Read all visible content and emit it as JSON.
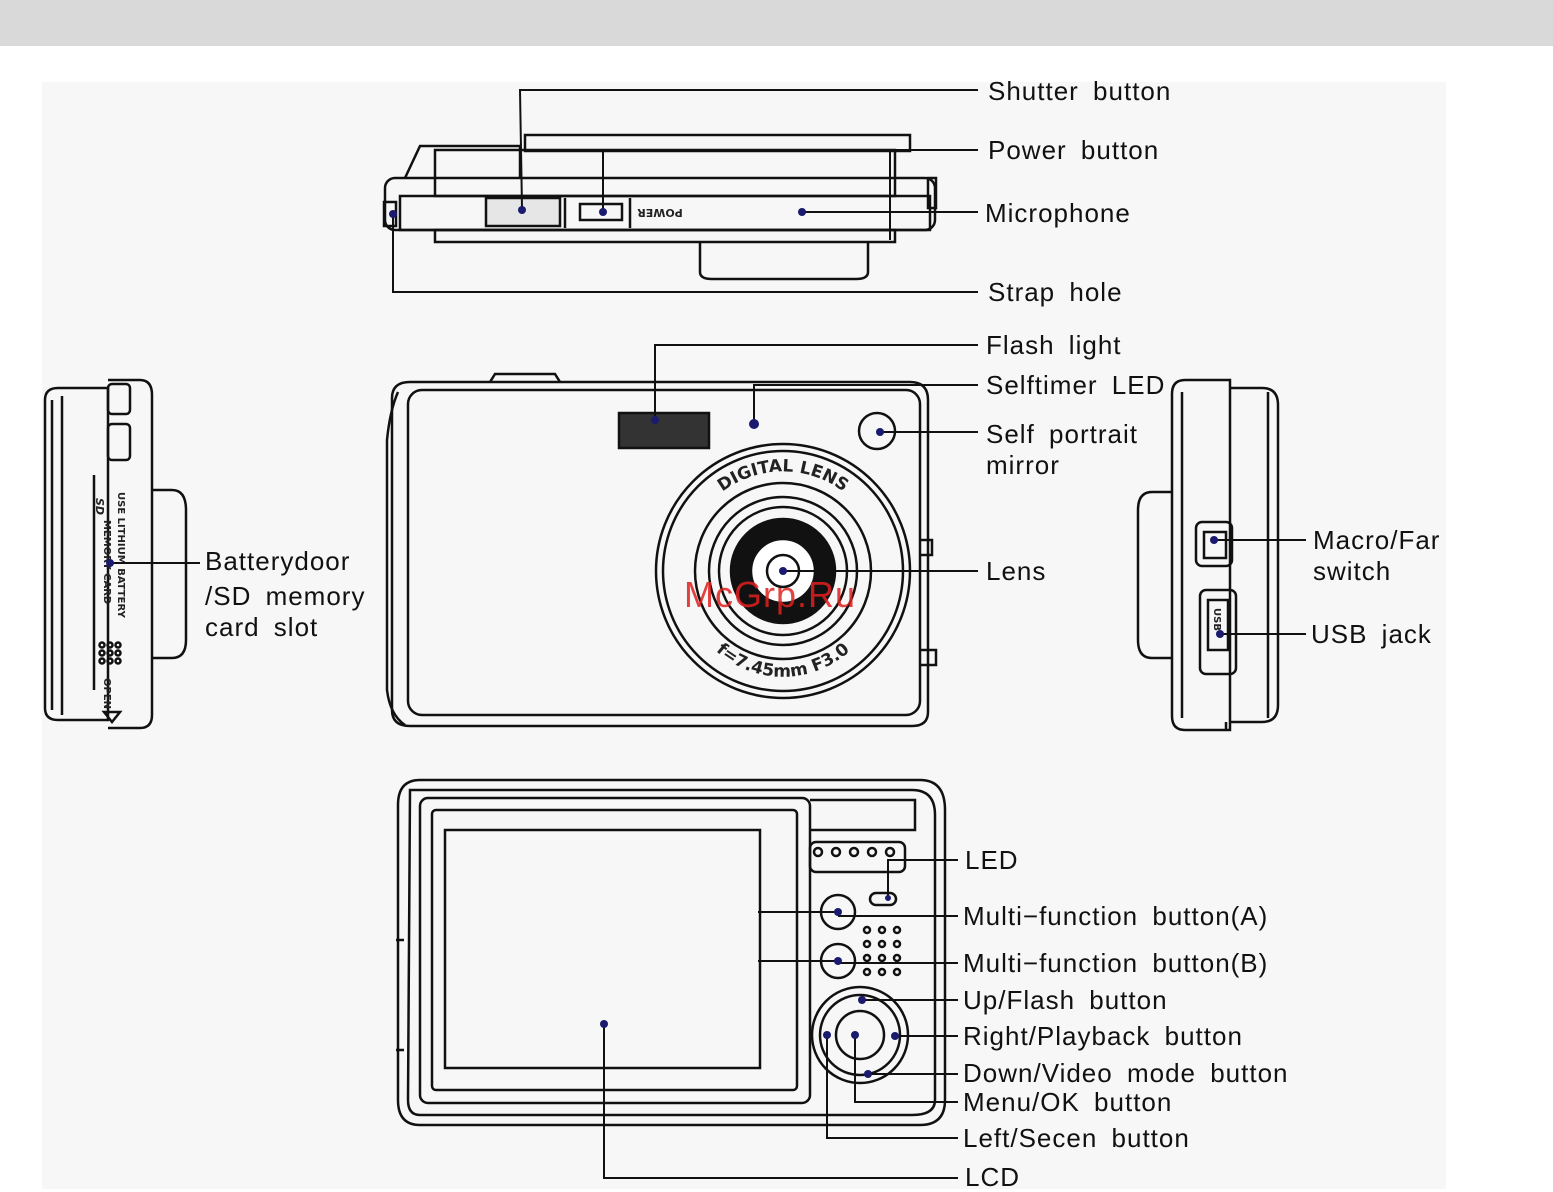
{
  "labels": {
    "shutter": "Shutter  button",
    "power": "Power  button",
    "microphone": "Microphone",
    "strap": "Strap  hole",
    "flash": "Flash  light",
    "selftimer": "Selftimer  LED",
    "mirror_1": "Self  portrait",
    "mirror_2": "mirror",
    "lens": "Lens",
    "battery_1": "Batterydoor",
    "battery_2": "/SD  memory",
    "battery_3": "card  slot",
    "macro_1": "Macro/Far",
    "macro_2": "switch",
    "usb": "USB  jack",
    "led": "LED",
    "mfa": "Multi−function  button(A)",
    "mfb": "Multi−function  button(B)",
    "up": "Up/Flash  button",
    "right": "Right/Playback  button",
    "down": "Down/Video  mode  button",
    "menu": "Menu/OK  button",
    "left": "Left/Secen  button",
    "lcd": "LCD"
  },
  "engravings": {
    "power": "POWER",
    "lens_top": "DIGITAL LENS",
    "lens_bottom": "f=7.45mm F3.0",
    "battery": "USE LITHIUM BATTERY",
    "sd": "MEMORY CARD",
    "sd_logo": "SD",
    "open": "OPEN",
    "usb": "USB"
  },
  "watermark": "McGrp.Ru",
  "colors": {
    "line": "#111111",
    "dot": "#1a1a6e",
    "watermark": "#e02020"
  }
}
